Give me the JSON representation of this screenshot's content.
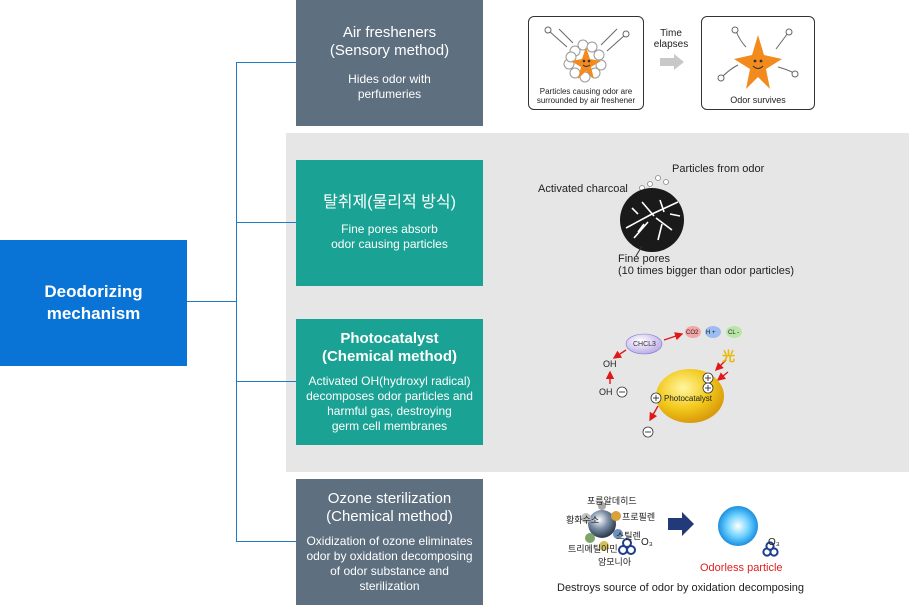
{
  "root": {
    "line1": "Deodorizing",
    "line2": "mechanism"
  },
  "boxes": [
    {
      "title1": "Air fresheners",
      "title2": "(Sensory method)",
      "desc1": "Hides odor with",
      "desc2": "perfumeries"
    },
    {
      "title1": "탈취제(물리적 방식)",
      "desc1": "Fine pores absorb",
      "desc2": "odor causing particles"
    },
    {
      "title1": "Photocatalyst",
      "title2": "(Chemical method)",
      "desc1": "Activated OH(hydroxyl radical)",
      "desc2": "decomposes odor particles and",
      "desc3": "harmful gas, destroying",
      "desc4": "germ cell membranes"
    },
    {
      "title1": "Ozone sterilization",
      "title2": "(Chemical method)",
      "desc1": "Oxidization of ozone eliminates",
      "desc2": "odor by oxidation decomposing",
      "desc3": "of odor substance and",
      "desc4": "sterilization"
    }
  ],
  "fig1": {
    "left_caption1": "Particles causing odor are",
    "left_caption2": "surrounded by air freshener",
    "arrow_label1": "Time",
    "arrow_label2": "elapses",
    "right_caption": "Odor survives"
  },
  "fig2": {
    "charcoal_label": "Activated charcoal",
    "particles_label": "Particles from odor",
    "pores_label": "Fine pores",
    "pores_note": "(10 times bigger than odor particles)"
  },
  "fig3": {
    "chcl3": "CHCL3",
    "co2": "CO2",
    "h": "H +",
    "cl": "CL -",
    "light": "光",
    "oh_top": "OH",
    "oh_left": "OH",
    "core": "Photocatalyst"
  },
  "fig4": {
    "chem1": "포름알데히드",
    "chem2": "황화수소",
    "chem3": "프로필렌",
    "chem4": "스틸렌",
    "chem5": "트리메틸아민",
    "chem6": "암모니아",
    "o3_left": "O₃",
    "o3_right": "O₃",
    "odorless": "Odorless particle",
    "caption": "Destroys source of odor by oxidation decomposing"
  },
  "colors": {
    "root": "#0a74d6",
    "slate": "#5e6f7f",
    "teal": "#1aa394",
    "band": "#e6e6e6",
    "odorless": "#e02020"
  }
}
